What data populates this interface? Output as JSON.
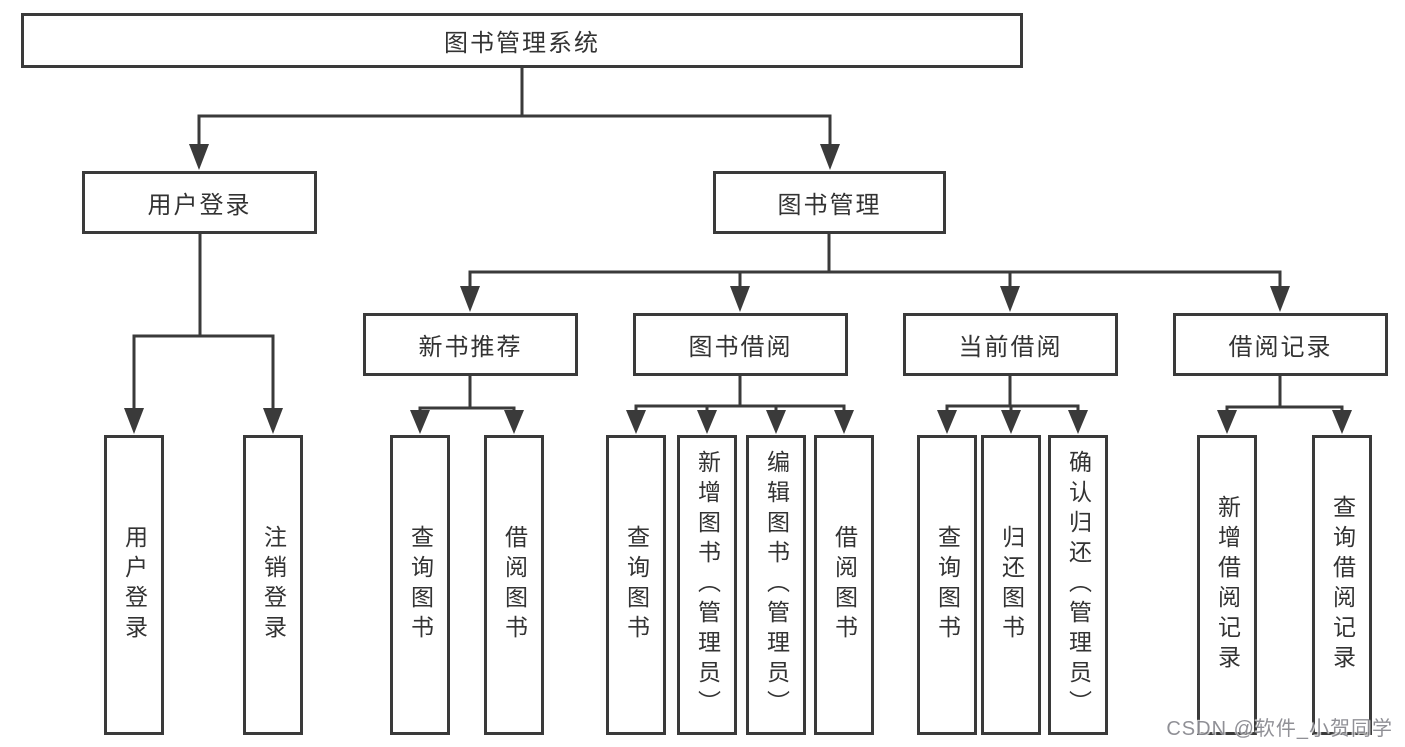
{
  "tree": {
    "root": {
      "label": "图书管理系统"
    },
    "level1": [
      {
        "label": "用户登录"
      },
      {
        "label": "图书管理"
      }
    ],
    "level2": [
      {
        "label": "新书推荐",
        "parent": "图书管理"
      },
      {
        "label": "图书借阅",
        "parent": "图书管理"
      },
      {
        "label": "当前借阅",
        "parent": "图书管理"
      },
      {
        "label": "借阅记录",
        "parent": "图书管理"
      }
    ],
    "leaves": [
      {
        "label": "用户登录",
        "parent": "用户登录"
      },
      {
        "label": "注销登录",
        "parent": "用户登录"
      },
      {
        "label": "查询图书",
        "parent": "新书推荐"
      },
      {
        "label": "借阅图书",
        "parent": "新书推荐"
      },
      {
        "label": "查询图书",
        "parent": "图书借阅"
      },
      {
        "label": "新增图书（管理员）",
        "parent": "图书借阅"
      },
      {
        "label": "编辑图书（管理员）",
        "parent": "图书借阅"
      },
      {
        "label": "借阅图书",
        "parent": "图书借阅"
      },
      {
        "label": "查询图书",
        "parent": "当前借阅"
      },
      {
        "label": "归还图书",
        "parent": "当前借阅"
      },
      {
        "label": "确认归还（管理员）",
        "parent": "当前借阅"
      },
      {
        "label": "新增借阅记录",
        "parent": "借阅记录"
      },
      {
        "label": "查询借阅记录",
        "parent": "借阅记录"
      }
    ]
  },
  "watermark": {
    "text": "CSDN @软件_小贺同学"
  },
  "colors": {
    "line": "#3a3a3a",
    "text": "#333333",
    "background": "#ffffff",
    "watermark": "#7d7d84"
  }
}
